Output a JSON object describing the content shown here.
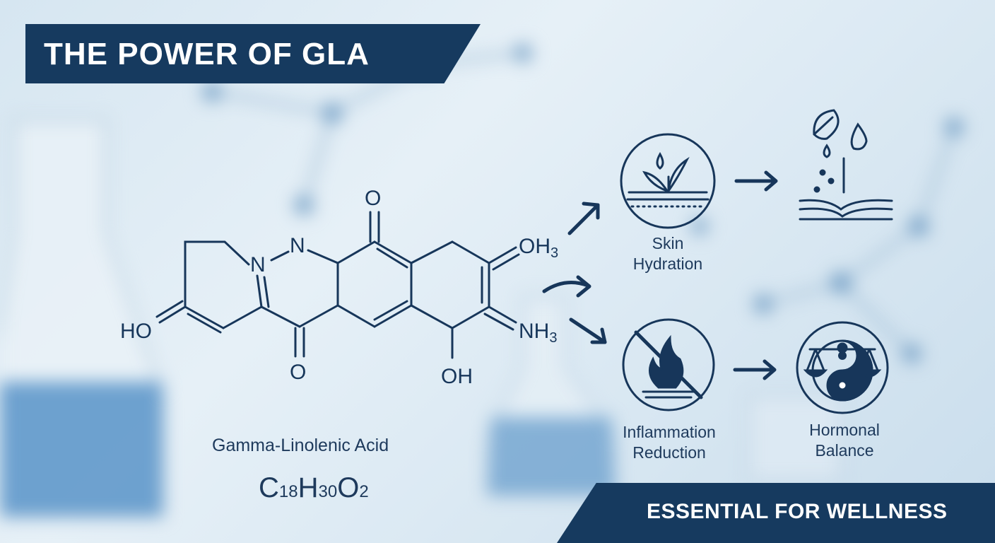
{
  "title": "THE POWER OF GLA",
  "footer": "ESSENTIAL FOR WELLNESS",
  "compound": {
    "name": "Gamma-Linolenic Acid",
    "formula": {
      "c": "C",
      "c_sub": "18",
      "h": "H",
      "h_sub": "30",
      "o": "O",
      "o_sub": "2"
    }
  },
  "molecule_labels": {
    "o_top": "O",
    "n1": "N",
    "n2": "N",
    "oh3_main": "OH",
    "oh3_sub": "3",
    "ho_left": "HO",
    "o_bottom": "O",
    "nh3_main": "NH",
    "nh3_sub": "3",
    "oh_bottom": "OH"
  },
  "benefits": [
    {
      "line1": "Skin",
      "line2": "Hydration",
      "icon": "plant-sprout-soil-icon"
    },
    {
      "line1": "Inflammation",
      "line2": "Reduction",
      "icon": "no-fire-icon"
    },
    {
      "line1": "Hormonal",
      "line2": "Balance",
      "icon": "yin-yang-scale-icon"
    }
  ],
  "colors": {
    "navy": "#163a5f",
    "ink": "#17365a",
    "background": "#dbe9f3",
    "flask_liquid": "#3f83bf"
  }
}
